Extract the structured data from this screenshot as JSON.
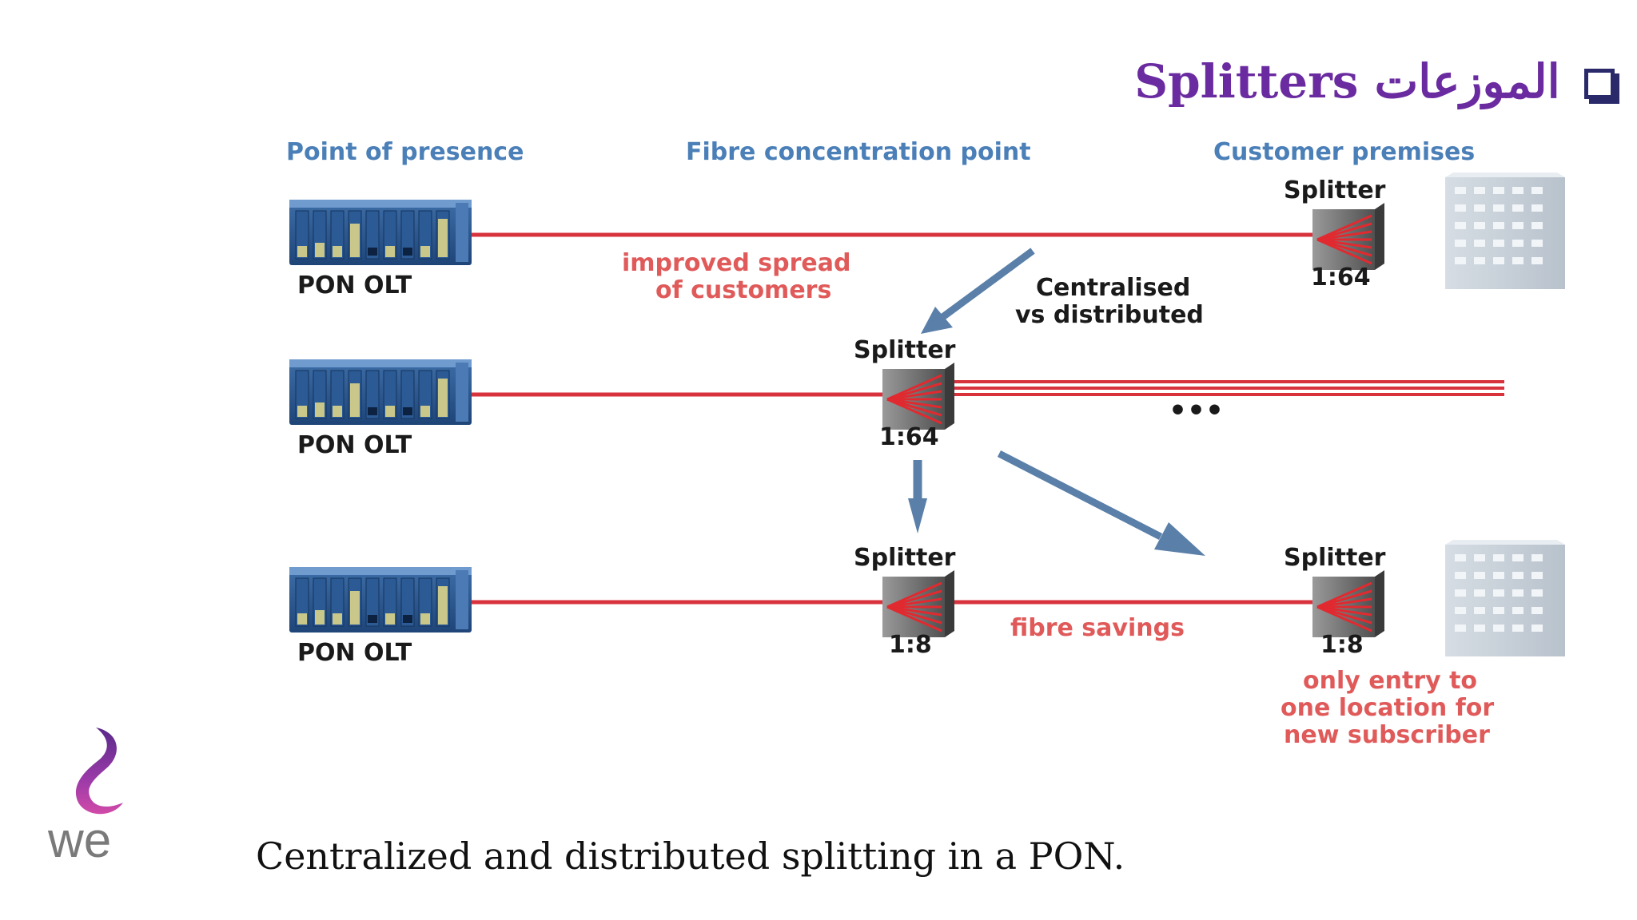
{
  "slide": {
    "title_ar": "الموزعات",
    "title_en": "Splitters",
    "caption": "Centralized and distributed splitting in a PON.",
    "logo_text": "we"
  },
  "diagram": {
    "column_headers": [
      "Point of presence",
      "Fibre concentration point",
      "Customer premises"
    ],
    "olt_label": "PON OLT",
    "splitter_label": "Splitter",
    "ratios": {
      "row1_customer": "1:64",
      "row2_concentration": "1:64",
      "row3_concentration": "1:8",
      "row3_customer": "1:8"
    },
    "annotations": {
      "improved_spread_l1": "improved spread",
      "improved_spread_l2": "of customers",
      "centralised_l1": "Centralised",
      "centralised_l2": "vs distributed",
      "ellipsis": "•••",
      "fibre_savings": "fibre savings",
      "only_entry_l1": "only entry to",
      "only_entry_l2": "one location for",
      "only_entry_l3": "new subscriber"
    },
    "colors": {
      "header_blue": "#4a7fb8",
      "fibre_red": "#d8323c",
      "annotation_red": "#e05a5a",
      "arrow_blue": "#5a7fa8",
      "title_purple": "#6a2aa0"
    }
  }
}
